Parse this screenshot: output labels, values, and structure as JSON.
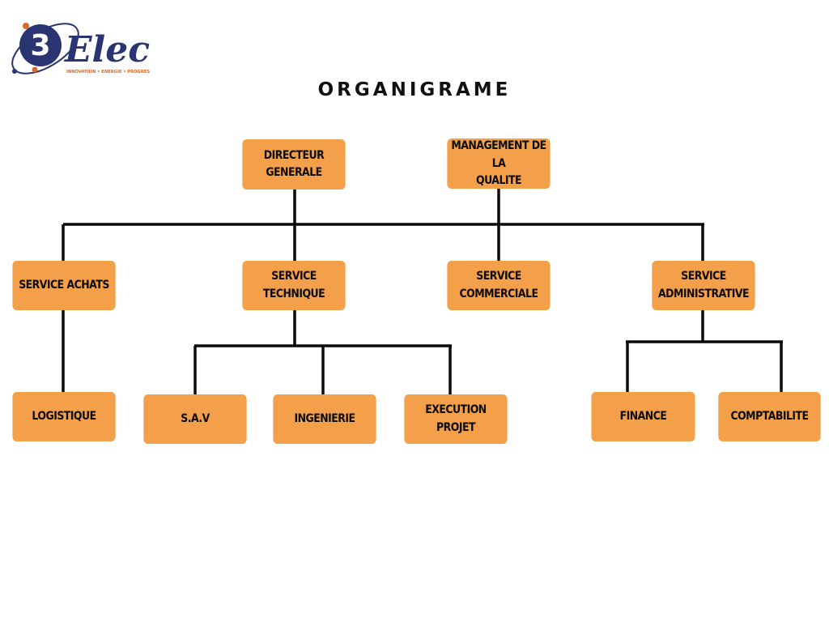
{
  "logo": {
    "number": "3",
    "word": "Elec",
    "tagline": "INNOVATION • ENERGIE • PROGRES",
    "colors": {
      "navy": "#2b3472",
      "orange": "#d66a2a"
    }
  },
  "title": "ORGANIGRAME",
  "colors": {
    "box_fill": "#f4a04a",
    "line": "#0b0b0b",
    "text": "#0b0b0b"
  },
  "nodes": {
    "directeur": "DIRECTEUR\nGENERALE",
    "qualite": "MANAGEMENT DE LA\nQUALITE",
    "achats": "SERVICE ACHATS",
    "technique": "SERVICE TECHNIQUE",
    "commerciale": "SERVICE\nCOMMERCIALE",
    "administrative": "SERVICE\nADMINISTRATIVE",
    "logistique": "LOGISTIQUE",
    "sav": "S.A.V",
    "ingenierie": "INGENIERIE",
    "execution": "EXECUTION PROJET",
    "finance": "FINANCE",
    "comptabilite": "COMPTABILITE"
  }
}
